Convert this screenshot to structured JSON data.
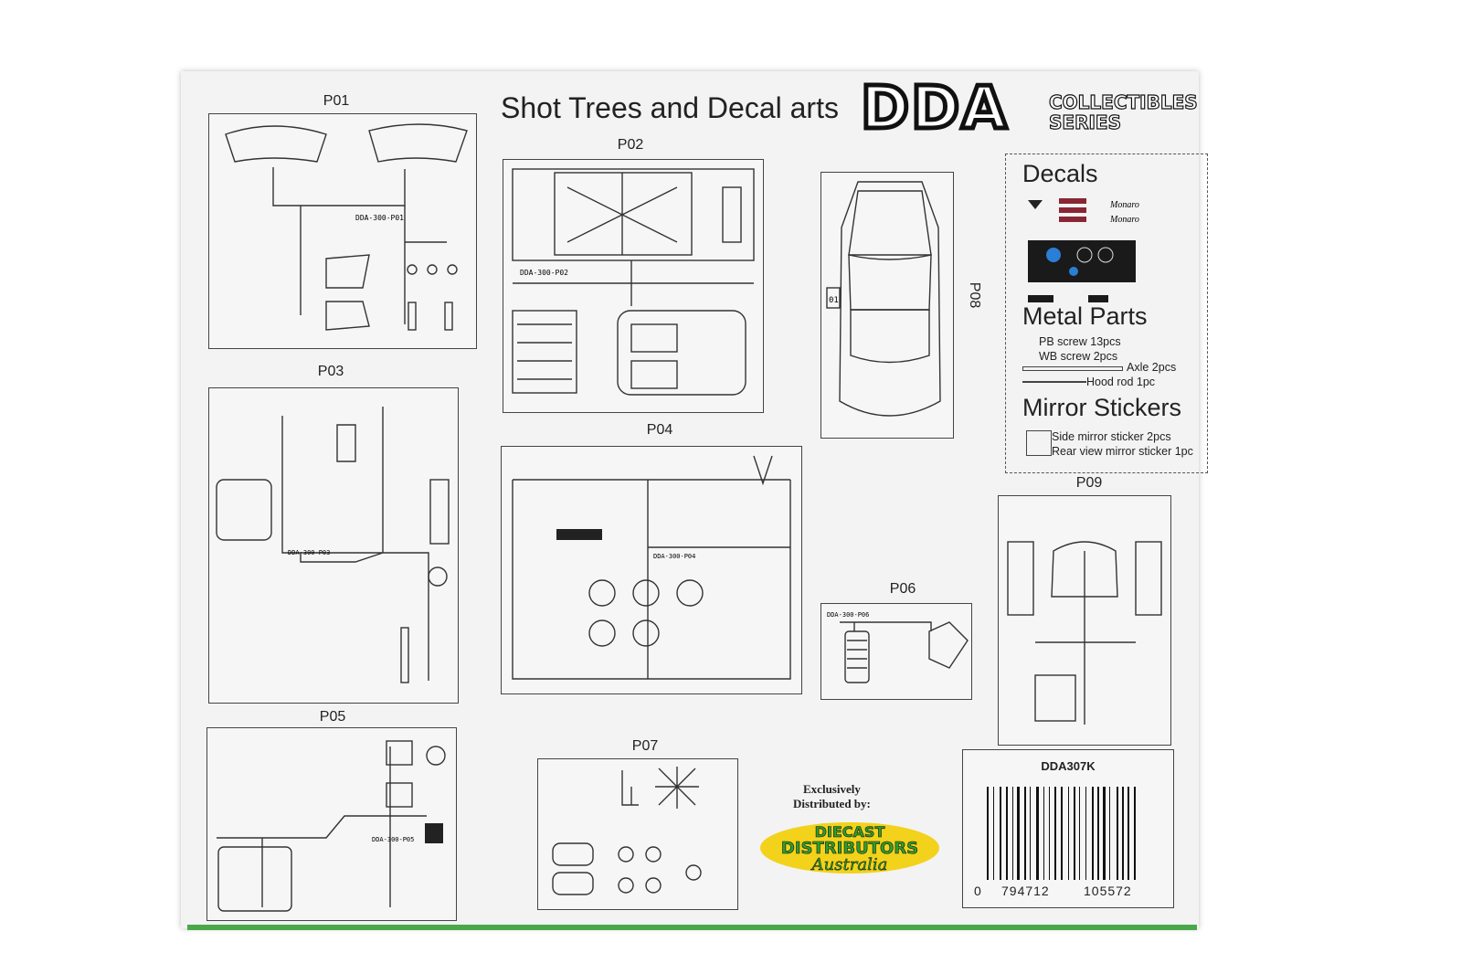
{
  "header": {
    "title": "Shot Trees and Decal arts",
    "brand": "DDA",
    "brand_line1": "COLLECTIBLES",
    "brand_line2": "SERIES"
  },
  "panels": {
    "p01": "P01",
    "p02": "P02",
    "p03": "P03",
    "p04": "P04",
    "p05": "P05",
    "p06": "P06",
    "p07": "P07",
    "p08": "P08",
    "p09": "P09"
  },
  "tags": {
    "p01": "DDA-300-P01",
    "p02": "DDA-300-P02",
    "p03": "DDA-300-P03",
    "p04": "DDA-300-P04",
    "p05": "DDA-300-P05",
    "p06": "DDA-300-P06",
    "p08_part": "01"
  },
  "info": {
    "decals": "Decals",
    "metal_parts": "Metal Parts",
    "pb_screw": "PB screw 13pcs",
    "wb_screw": "WB screw 2pcs",
    "axle": "Axle 2pcs",
    "hood_rod": "Hood rod 1pc",
    "mirror_stickers": "Mirror Stickers",
    "side_mirror": "Side mirror sticker 2pcs",
    "rear_mirror": "Rear view mirror sticker 1pc",
    "decal_script": "Monaro"
  },
  "barcode": {
    "sku": "DDA307K",
    "digit_left": "0",
    "digits_mid": "794712",
    "digits_right": "105572"
  },
  "distributor": {
    "line1": "Exclusively",
    "line2": "Distributed by:",
    "logo1": "DIECAST",
    "logo2": "DISTRIBUTORS",
    "logo3": "Australia"
  },
  "colors": {
    "background": "#ffffff",
    "box": "#f3f3f3",
    "green_edge": "#4aa84a",
    "logo_green": "#2e9e2e",
    "logo_yellow": "#f2d21b"
  }
}
